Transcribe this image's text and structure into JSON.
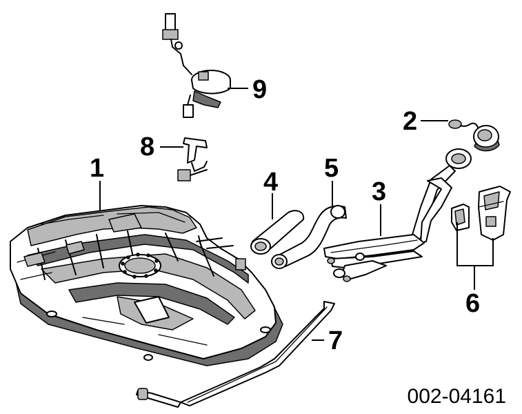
{
  "callouts": {
    "c1": "1",
    "c2": "2",
    "c3": "3",
    "c4": "4",
    "c5": "5",
    "c6": "6",
    "c7": "7",
    "c8": "8",
    "c9": "9"
  },
  "figure_code": "002-04161"
}
